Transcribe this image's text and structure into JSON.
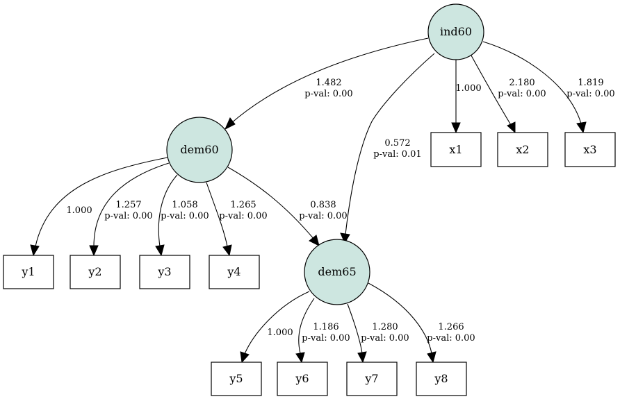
{
  "colors": {
    "latent_fill": "#cde6e0",
    "observed_fill": "#ffffff",
    "stroke": "#000000"
  },
  "nodes": {
    "ind60": "ind60",
    "dem60": "dem60",
    "dem65": "dem65",
    "x1": "x1",
    "x2": "x2",
    "x3": "x3",
    "y1": "y1",
    "y2": "y2",
    "y3": "y3",
    "y4": "y4",
    "y5": "y5",
    "y6": "y6",
    "y7": "y7",
    "y8": "y8"
  },
  "edges": {
    "ind60_dem60": {
      "coef": "1.482",
      "pval": "p-val: 0.00"
    },
    "ind60_dem65": {
      "coef": "0.572",
      "pval": "p-val: 0.01"
    },
    "ind60_x1": {
      "coef": "1.000"
    },
    "ind60_x2": {
      "coef": "2.180",
      "pval": "p-val: 0.00"
    },
    "ind60_x3": {
      "coef": "1.819",
      "pval": "p-val: 0.00"
    },
    "dem60_dem65": {
      "coef": "0.838",
      "pval": "p-val: 0.00"
    },
    "dem60_y1": {
      "coef": "1.000"
    },
    "dem60_y2": {
      "coef": "1.257",
      "pval": "p-val: 0.00"
    },
    "dem60_y3": {
      "coef": "1.058",
      "pval": "p-val: 0.00"
    },
    "dem60_y4": {
      "coef": "1.265",
      "pval": "p-val: 0.00"
    },
    "dem65_y5": {
      "coef": "1.000"
    },
    "dem65_y6": {
      "coef": "1.186",
      "pval": "p-val: 0.00"
    },
    "dem65_y7": {
      "coef": "1.280",
      "pval": "p-val: 0.00"
    },
    "dem65_y8": {
      "coef": "1.266",
      "pval": "p-val: 0.00"
    }
  }
}
